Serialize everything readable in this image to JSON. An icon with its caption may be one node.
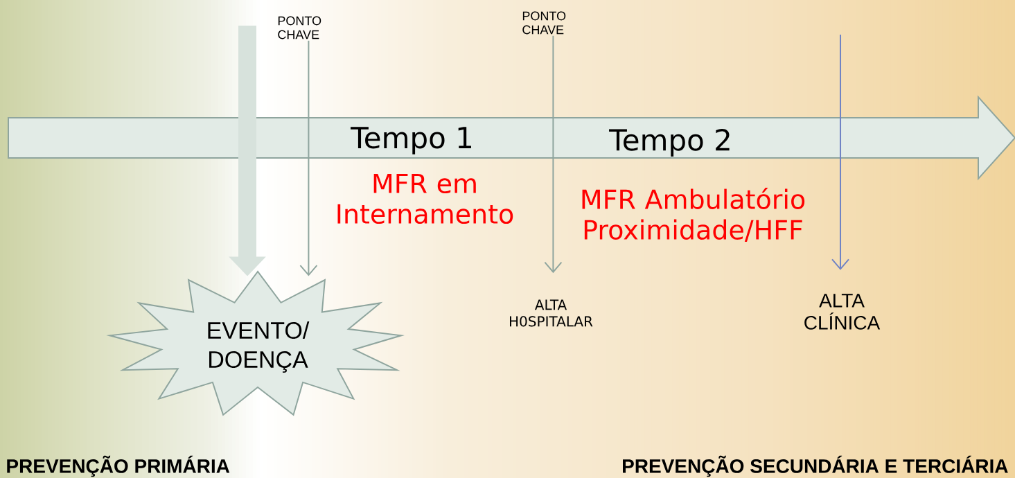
{
  "diagram": {
    "nodes": [
      {
        "text": [
          "PONTO CHAVE"
        ]
      },
      {
        "text": [
          "PONTO CHAVE"
        ]
      },
      {
        "text": [
          "EVENTO/ DOENÇA"
        ]
      },
      {
        "text": [
          "ALTA H0SPITALAR"
        ]
      },
      {
        "text": [
          "ALTA CLÍNICA"
        ]
      }
    ],
    "edges": [
      {
        "from": null,
        "to": 2,
        "arrow": "to",
        "style": "thick"
      },
      {
        "from": 0,
        "to": 2,
        "arrow": "to"
      },
      {
        "from": 1,
        "to": 3,
        "arrow": "to"
      },
      {
        "from": null,
        "to": 4,
        "arrow": "to",
        "color": "#6f82c4"
      }
    ],
    "labels": [
      "Tempo 1",
      "Tempo 2",
      "MFR em Internamento",
      "MFR Ambulatório Proximidade/HFF",
      "PREVENÇÃO PRIMÁRIA",
      "PREVENÇÃO SECUNDÁRIA E TERCIÁRIA"
    ]
  }
}
